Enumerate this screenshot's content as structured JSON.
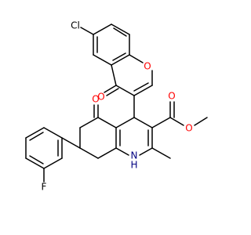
{
  "molecule": {
    "atoms": [
      {
        "id": "Cl",
        "text": "Cl",
        "color": "#000000"
      },
      {
        "id": "O_ring",
        "text": "O",
        "color": "#ff0000"
      },
      {
        "id": "O_keto",
        "text": "O",
        "color": "#ff0000"
      },
      {
        "id": "O_5",
        "text": "O",
        "color": "#ff0000"
      },
      {
        "id": "O_ester_carbonyl",
        "text": "O",
        "color": "#ff0000"
      },
      {
        "id": "O_ester_single",
        "text": "O",
        "color": "#ff0000"
      },
      {
        "id": "NH",
        "text": "H\nN",
        "color": "#000000"
      },
      {
        "id": "F",
        "text": "F",
        "color": "#000000"
      }
    ],
    "labels": {
      "chlorine": "Cl",
      "ring_oxygen": "O",
      "keto_oxygen": "O",
      "five_oxo": "O",
      "ester_carbonyl": "O",
      "ester_single": "O",
      "amine_n": "N",
      "amine_h": "H",
      "fluorine": "F"
    },
    "colors": {
      "oxygen": "#ff0000",
      "nitrogen": "#000080",
      "halogen": "#000000",
      "bond": "#000000"
    }
  }
}
